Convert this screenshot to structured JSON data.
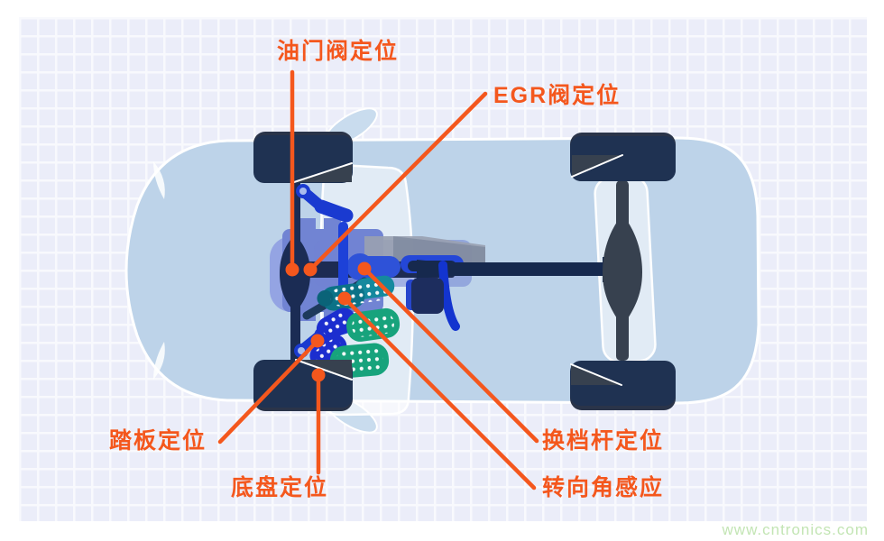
{
  "diagram": {
    "type": "car-chassis-top-view-sensor-position-diagram",
    "callouts": [
      {
        "id": "throttle-valve-position",
        "label": "油门阀定位"
      },
      {
        "id": "egr-valve-position",
        "label": "EGR阀定位"
      },
      {
        "id": "pedal-position",
        "label": "踏板定位"
      },
      {
        "id": "chassis-position",
        "label": "底盘定位"
      },
      {
        "id": "shift-lever-position",
        "label": "换档杆定位"
      },
      {
        "id": "steering-angle-sensing",
        "label": "转向角感应"
      }
    ]
  },
  "watermark": {
    "text": "www.cntronics.com"
  },
  "palette": {
    "orange": "#f4571d",
    "bodyBlue": "#bdd3e9",
    "mirrorBlue": "#c9dcee",
    "wheelNavy": "#1f3252",
    "wheelShadow": "#2a3449",
    "charcoal": "#37414f",
    "navy": "#16294e",
    "chassisNavy": "#1d2b52",
    "axleNavy": "#1b2c54",
    "periwinkle": "#7184d3",
    "periLight": "#94a4e3",
    "gray": "#99a1b1",
    "grayDark": "#717d93",
    "brightBlue": "#2e52d8",
    "blue2": "#2447d8",
    "boxBlue": "#1d2d5e",
    "smallBlue": "#2746cc",
    "pipeBlue": "#1334cf",
    "shaftBlue": "#1d41d8",
    "armBlue": "#1a3ad0",
    "hubLight": "#a9bced",
    "armBlue2": "#1c2ecf",
    "teal": "#0b7287",
    "tealLight": "#15899e",
    "tealDark": "#0a6378",
    "green": "#17a37c",
    "gridBase": "#ebedf9",
    "gridLine": "#f8f9fd",
    "watermarkGreen": "#c3e5b4"
  }
}
